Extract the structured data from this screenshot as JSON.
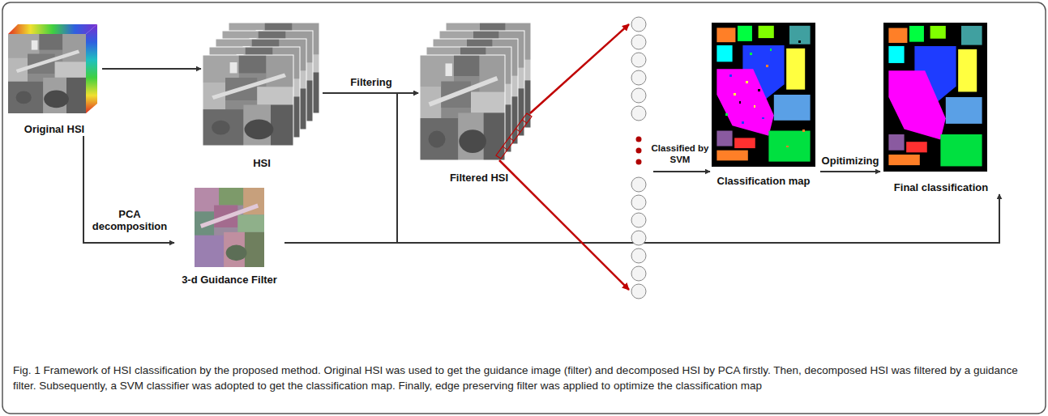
{
  "diagram": {
    "caption": "Fig. 1 Framework of HSI classification by the proposed method. Original HSI was used to get the guidance image (filter) and decomposed HSI by PCA firstly. Then, decomposed HSI was filtered by a guidance filter. Subsequently, a SVM classifier was adopted to get the classification map. Finally, edge preserving filter was applied to optimize the classification map",
    "nodes": [
      {
        "text": [
          "Original HSI"
        ]
      },
      {
        "text": [
          "HSI"
        ]
      },
      {
        "text": [
          "Filtered HSI"
        ]
      },
      {
        "text": [
          "3-d Guidance Filter"
        ]
      },
      {
        "text": [
          "Classification map"
        ]
      },
      {
        "text": [
          "Final classification"
        ]
      }
    ],
    "edges": [
      {
        "from": 0,
        "to": 1,
        "arrow": "to"
      },
      {
        "from": 1,
        "to": 2,
        "label": "Filtering",
        "arrow": "to"
      },
      {
        "from": 0,
        "to": 3,
        "label": "PCA decomposition",
        "arrow": "to"
      },
      {
        "from": 3,
        "to": 2,
        "arrow": "to"
      },
      {
        "from": 4,
        "to": 5,
        "label": "Opitimizing",
        "arrow": "to"
      },
      {
        "from": 3,
        "to": 5,
        "arrow": "to"
      }
    ],
    "labels": [
      "Classified by SVM"
    ]
  }
}
